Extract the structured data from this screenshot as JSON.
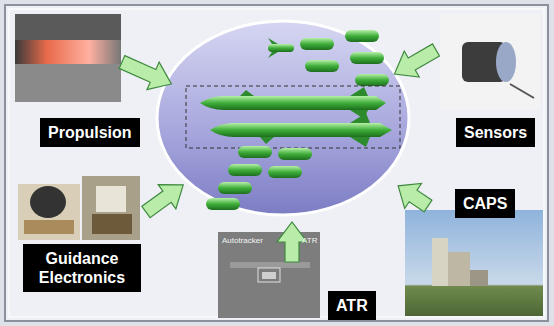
{
  "diagram": {
    "nodes": [
      {
        "text": [
          "Propulsion"
        ]
      },
      {
        "text": [
          "Sensors"
        ]
      },
      {
        "text": [
          "CAPS"
        ]
      },
      {
        "text": [
          "Guidance Electronics"
        ]
      },
      {
        "text": [
          "ATR"
        ]
      }
    ],
    "labels": [
      "Autotracker",
      "ATR"
    ]
  }
}
